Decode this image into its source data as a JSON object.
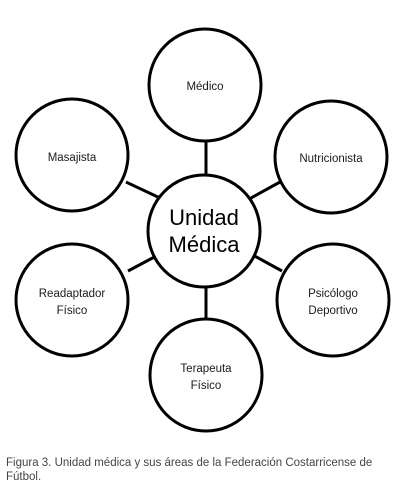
{
  "diagram": {
    "center": {
      "line1": "Unidad",
      "line2": "Médica"
    },
    "nodes": {
      "medico": {
        "line1": "Médico"
      },
      "masajista": {
        "line1": "Masajista"
      },
      "nutricionista": {
        "line1": "Nutricionista"
      },
      "readaptador": {
        "line1": "Readaptador",
        "line2": "Físico"
      },
      "psicologo": {
        "line1": "Psicólogo",
        "line2": "Deportivo"
      },
      "terapeuta": {
        "line1": "Terapeuta",
        "line2": "Físico"
      }
    }
  },
  "caption": "Figura 3. Unidad médica y sus áreas de la Federación Costarricense de Fútbol."
}
